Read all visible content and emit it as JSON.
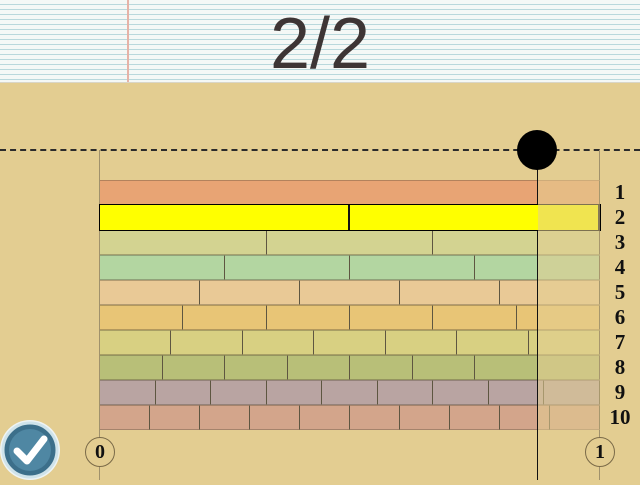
{
  "header": {
    "fraction": "2/2"
  },
  "rows": [
    {
      "label": "1",
      "denominator": 1,
      "color": "#e8a474"
    },
    {
      "label": "2",
      "denominator": 2,
      "color": "#ffff00",
      "selected": true
    },
    {
      "label": "3",
      "denominator": 3,
      "color": "#d3d391"
    },
    {
      "label": "4",
      "denominator": 4,
      "color": "#b3d6a1"
    },
    {
      "label": "5",
      "denominator": 5,
      "color": "#e9c996"
    },
    {
      "label": "6",
      "denominator": 6,
      "color": "#e8c576"
    },
    {
      "label": "7",
      "denominator": 7,
      "color": "#d8d082"
    },
    {
      "label": "8",
      "denominator": 8,
      "color": "#b8bf78"
    },
    {
      "label": "9",
      "denominator": 9,
      "color": "#b9a4a2"
    },
    {
      "label": "10",
      "denominator": 10,
      "color": "#d3a58b"
    }
  ],
  "axis": {
    "start_label": "0",
    "end_label": "1"
  },
  "slider": {
    "value": 0.875
  },
  "check_button": {
    "icon": "checkmark-icon",
    "color": "#3c6f8a"
  }
}
